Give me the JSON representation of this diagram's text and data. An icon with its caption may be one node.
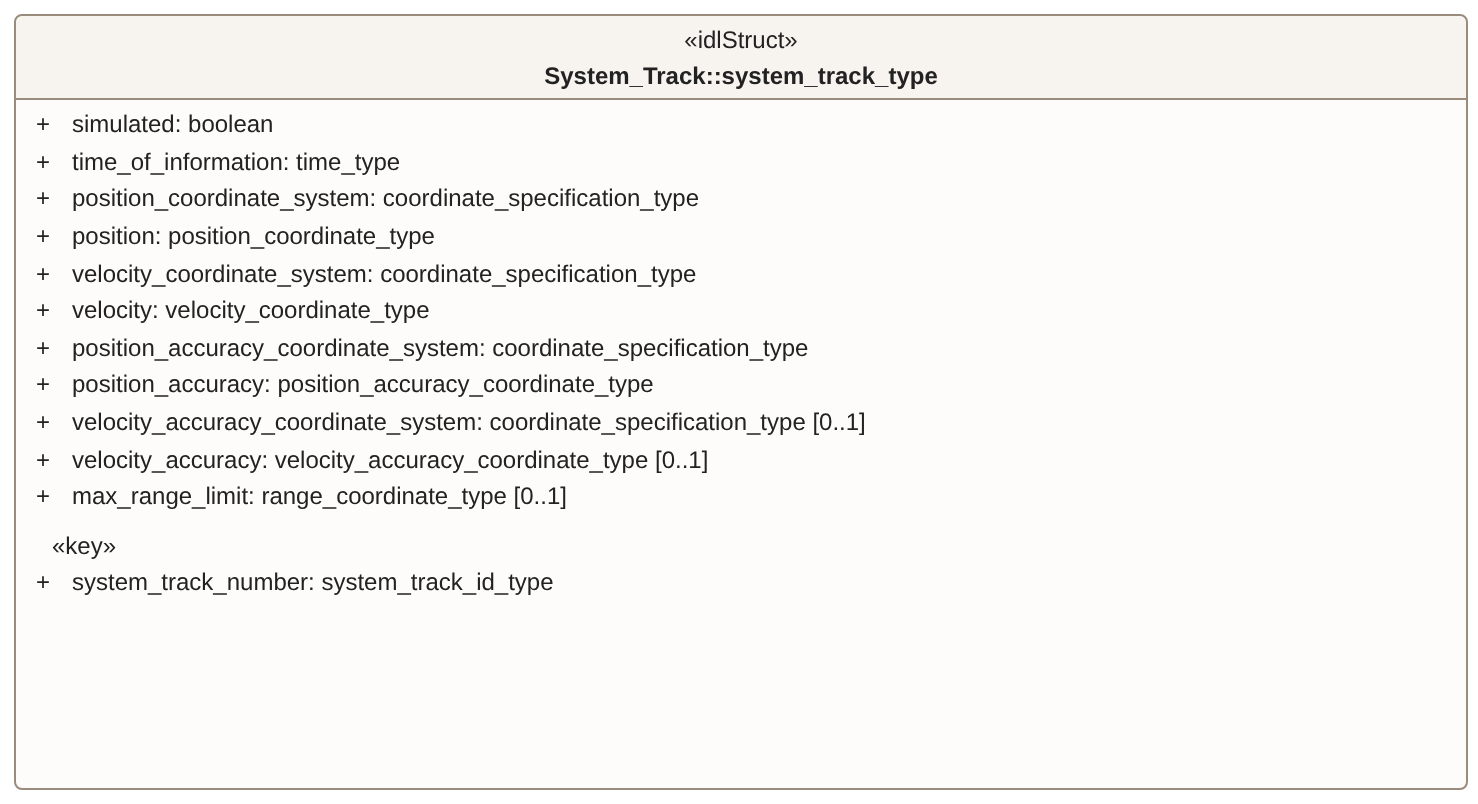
{
  "diagram": {
    "nodes": [
      {
        "text": [
          "«idlStruct»",
          "System_Track::system_track_type"
        ]
      },
      {
        "text": [
          "simulated: boolean",
          "time_of_information: time_type",
          "position_coordinate_system: coordinate_specification_type",
          "position: position_coordinate_type",
          "velocity_coordinate_system: coordinate_specification_type",
          "velocity: velocity_coordinate_type",
          "position_accuracy_coordinate_system: coordinate_specification_type",
          "position_accuracy: position_accuracy_coordinate_type",
          "velocity_accuracy_coordinate_system: coordinate_specification_type [0..1]",
          "velocity_accuracy: velocity_accuracy_coordinate_type [0..1]",
          "max_range_limit: range_coordinate_type [0..1]"
        ],
        "in": 0
      },
      {
        "text": [
          "«key»",
          "system_track_number: system_track_id_type"
        ],
        "in": 0
      }
    ],
    "labels": [
      "+",
      "+",
      "+",
      "+",
      "+",
      "+",
      "+",
      "+",
      "+",
      "+",
      "+",
      "+"
    ]
  }
}
